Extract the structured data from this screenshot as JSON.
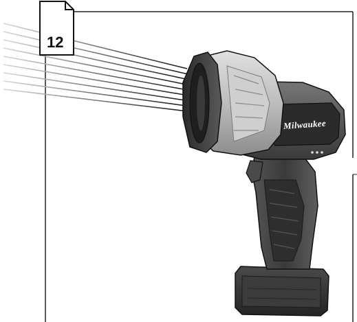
{
  "page_badge": {
    "number": "12",
    "icon": "document-page-icon"
  },
  "product": {
    "brand_label": "Milwaukee",
    "icon": "spotlight-flashlight-illustration"
  },
  "colors": {
    "frame_line": "#222222",
    "beam_dark": "#1a1a1a",
    "beam_light": "#bdbdbd",
    "body_dark": "#3a3a3a",
    "body_mid": "#6b6b6b",
    "body_light": "#a6a6a6",
    "head_light": "#cfcfcf",
    "battery_dark": "#2f2f2f"
  }
}
